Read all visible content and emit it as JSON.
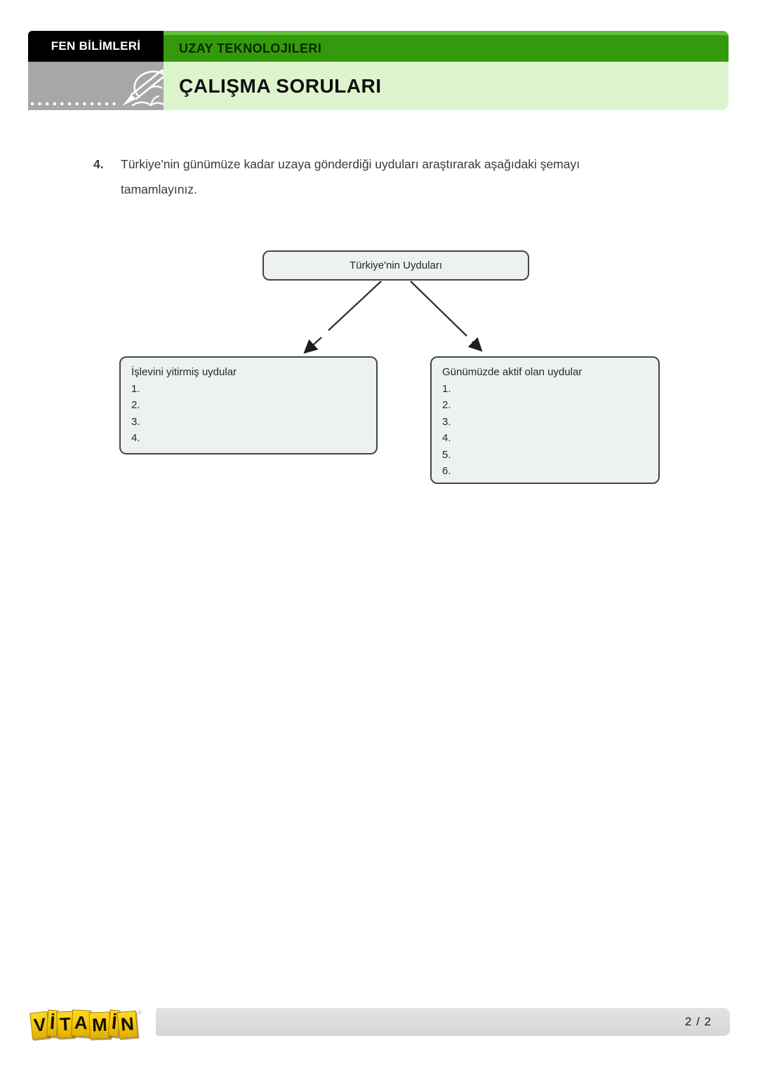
{
  "header": {
    "subject": "FEN BİLİMLERİ",
    "topic": "UZAY TEKNOLOJILERI",
    "title": "ÇALIŞMA SORULARI"
  },
  "question": {
    "number": "4.",
    "line1": "Türkiye'nin günümüze kadar uzaya gönderdiği uyduları araştırarak aşağıdaki şemayı",
    "line2": "tamamlayınız."
  },
  "diagram": {
    "root_label": "Türkiye'nin Uyduları",
    "left_box": {
      "title": "İşlevini yitirmiş uydular",
      "items": [
        "1.",
        "2.",
        "3.",
        "4."
      ]
    },
    "right_box": {
      "title": "Günümüzde aktif olan uydular",
      "items": [
        "1.",
        "2.",
        "3.",
        "4.",
        "5.",
        "6."
      ]
    }
  },
  "footer": {
    "logo_letters": [
      "V",
      "İ",
      "T",
      "A",
      "M",
      "İ",
      "N"
    ],
    "logo_reg_mark": "®",
    "page_indicator": "2 / 2"
  },
  "colors": {
    "green_bar": "#339b0b",
    "green_bar_highlight": "#5fbe35",
    "light_green_bar": "#ddf5cc",
    "subject_bar": "#000000",
    "icon_box_gray": "#a7a7a7",
    "node_fill": "#edf1f2",
    "node_border": "#40474a",
    "arrow": "#333333",
    "footer_bar": "#d9d9d9",
    "logo_yellow": "#f2c50a"
  }
}
